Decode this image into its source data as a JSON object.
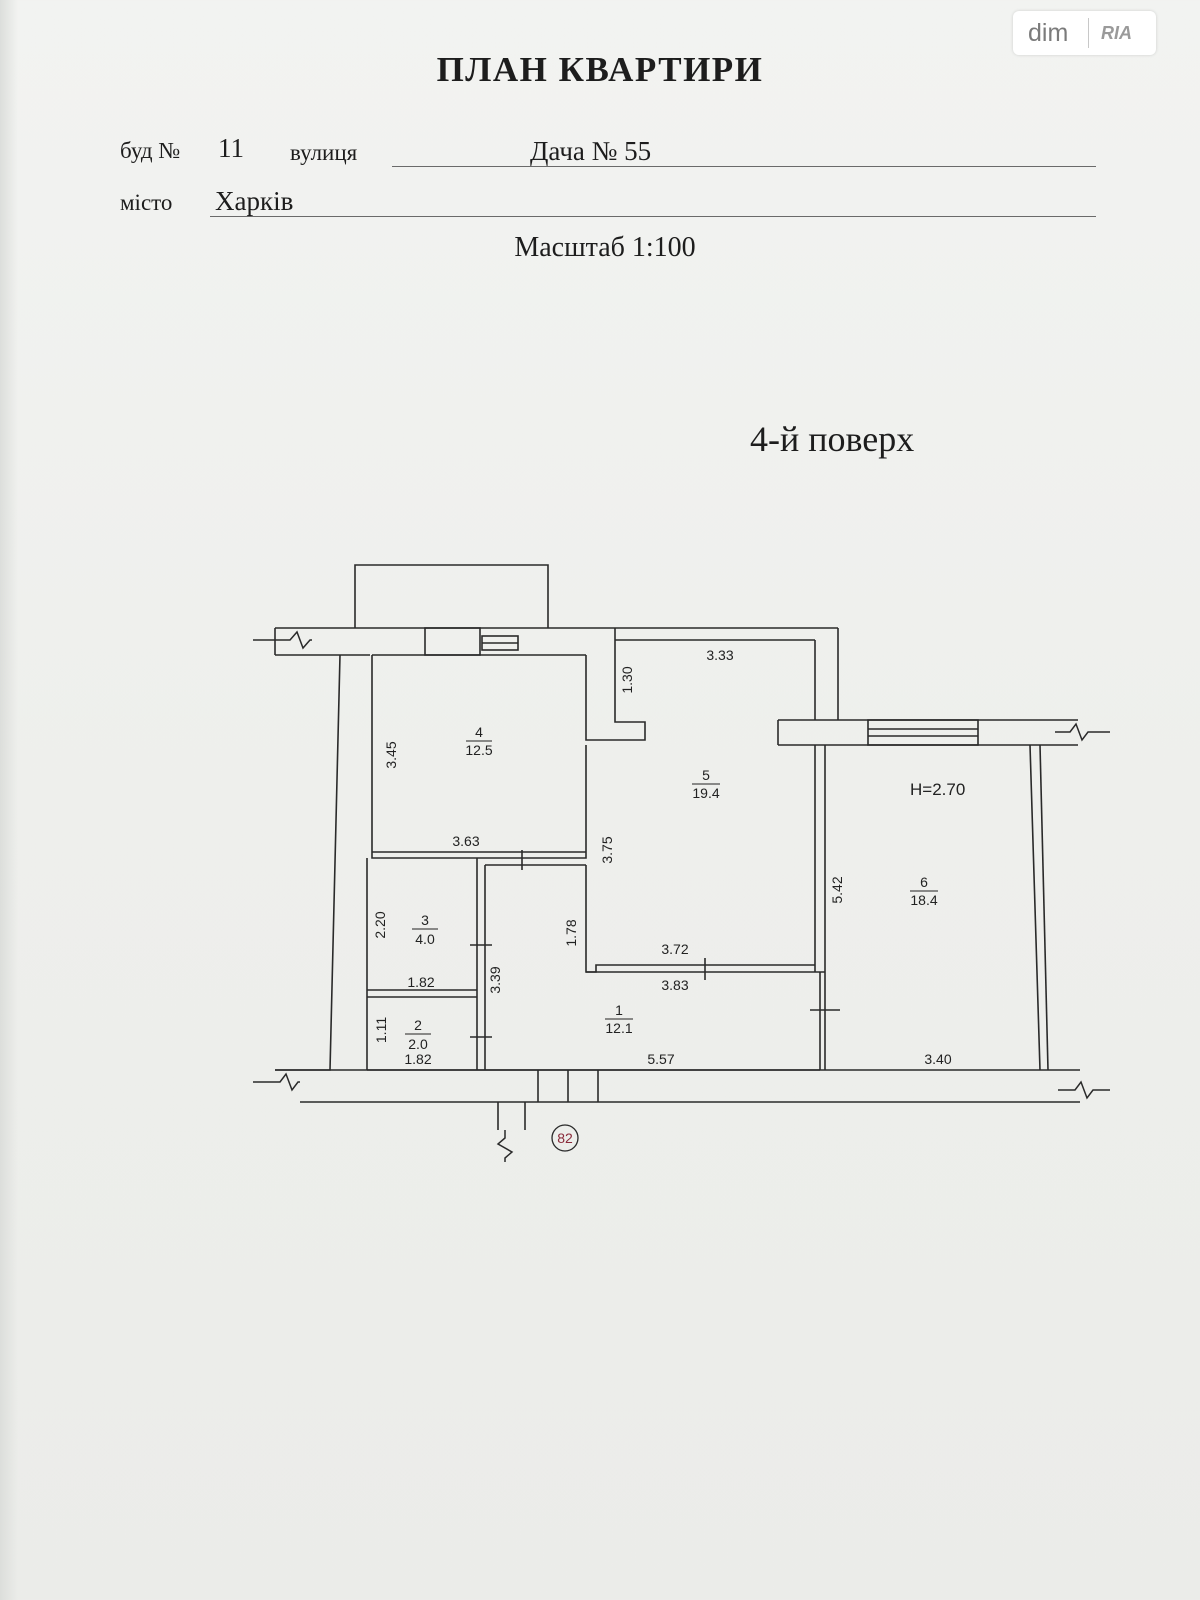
{
  "logo": {
    "left": "dim",
    "right": "RIA"
  },
  "header": {
    "title": "ПЛАН КВАРТИРИ",
    "building_label": "буд №",
    "building_number": "11",
    "street_label": "вулиця",
    "street_value": "Дача № 55",
    "city_label": "місто",
    "city_value": "Харків",
    "scale": "Масштаб 1:100",
    "floor": "4-й поверх"
  },
  "plan": {
    "ceiling_height": "H=2.70",
    "entrance_number": "82",
    "rooms": [
      {
        "number": "1",
        "area": "12.1"
      },
      {
        "number": "2",
        "area": "2.0"
      },
      {
        "number": "3",
        "area": "4.0"
      },
      {
        "number": "4",
        "area": "12.5"
      },
      {
        "number": "5",
        "area": "19.4"
      },
      {
        "number": "6",
        "area": "18.4"
      }
    ],
    "dimensions": {
      "d_333": "3.33",
      "d_130": "1.30",
      "d_345": "3.45",
      "d_363": "3.63",
      "d_375": "3.75",
      "d_542": "5.42",
      "d_220": "2.20",
      "d_182a": "1.82",
      "d_339": "3.39",
      "d_178": "1.78",
      "d_372": "3.72",
      "d_383": "3.83",
      "d_111": "1.11",
      "d_182b": "1.82",
      "d_557": "5.57",
      "d_340": "3.40"
    }
  }
}
